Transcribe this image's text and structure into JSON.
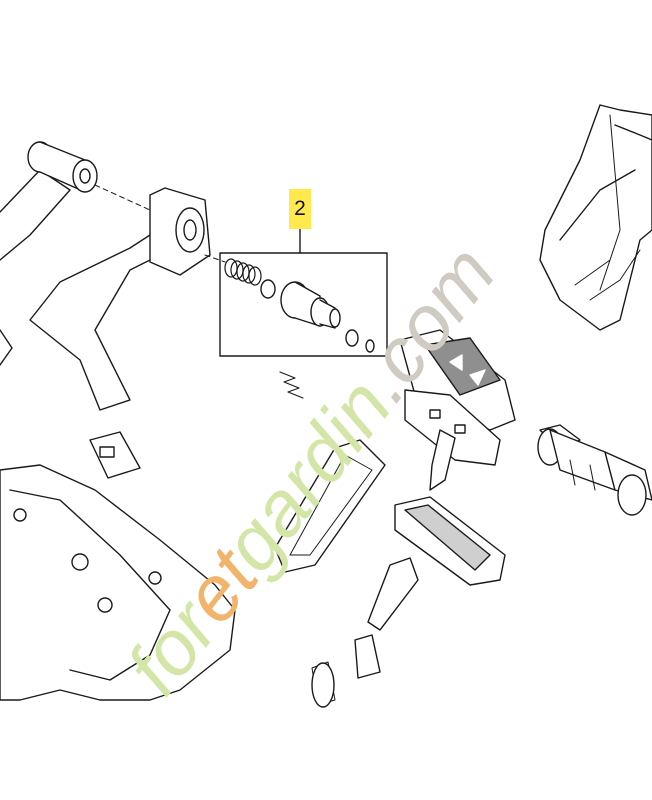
{
  "diagram": {
    "part_label": "2",
    "highlight_color": "#ffe94d",
    "line_color": "#1a1a1a",
    "fill_color": "#ffffff",
    "shade_color": "#bdbdbd"
  },
  "watermark": {
    "text_green": "foretgardin",
    "text_gray": ".com",
    "accent_letters": "et",
    "green": "#d3e6a8",
    "orange": "#f2b36a",
    "gray": "#cfcac2"
  }
}
